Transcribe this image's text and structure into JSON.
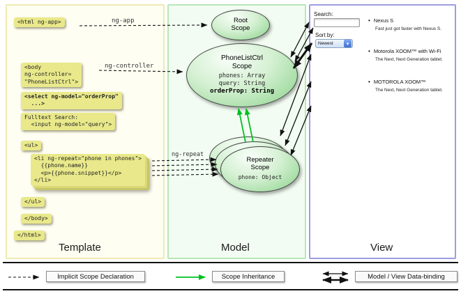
{
  "columns": {
    "template": "Template",
    "model": "Model",
    "view": "View"
  },
  "code": {
    "html_open": "<html ng-app>",
    "body_open": "<body\nng-controller=\n\"PhoneListCtrl\">",
    "select": "<select ng-model=\"orderProp\"\n  ...>",
    "fulltext": "Fulltext Search:\n  <input ng-model=\"query\">",
    "ul_open": "<ul>",
    "li_repeat": "<li ng-repeat=\"phone in phones\">\n  {{phone.name}}\n  <p>{{phone.snippet}}</p>\n</li>",
    "ul_close": "</ul>",
    "body_close": "</body>",
    "html_close": "</html>"
  },
  "labels": {
    "ng_app": "ng-app",
    "ng_controller": "ng-controller",
    "ng_repeat": "ng-repeat"
  },
  "scopes": {
    "root_title": "Root\nScope",
    "phonelist_title": "PhoneListCtrl\nScope",
    "phonelist_prop1": "phones: Array",
    "phonelist_prop2": "query: String",
    "phonelist_prop3": "orderProp: String",
    "repeater_title": "Repeater\nScope",
    "repeater_prop": "phone: Object"
  },
  "view": {
    "search_label": "Search:",
    "sort_label": "Sort by:",
    "sort_value": "Newest",
    "items": [
      {
        "name": "Nexus S",
        "snippet": "Fast just got faster with Nexus S."
      },
      {
        "name": "Motorola XOOM™ with Wi-Fi",
        "snippet": "The Next, Next Generation tablet."
      },
      {
        "name": "MOTOROLA XOOM™",
        "snippet": "The Next, Next Generation tablet."
      }
    ]
  },
  "legend": {
    "implicit": "Implicit Scope Declaration",
    "inheritance": "Scope Inheritance",
    "binding": "Model / View Data-binding"
  },
  "colors": {
    "code_box_bg": "#e9e98b",
    "scope_green": "#89d289",
    "inheritance_green": "#00c020",
    "template_border": "#efeab2",
    "model_border": "#b9e6b9",
    "view_border": "#9d9de0"
  }
}
